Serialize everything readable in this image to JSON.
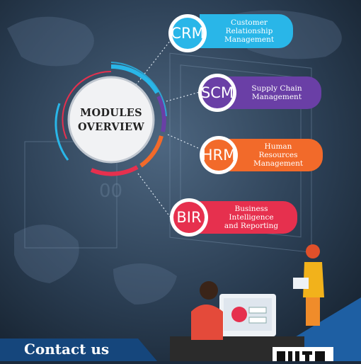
{
  "hub": {
    "line1": "MODULES",
    "line2": "OVERVIEW"
  },
  "modules": [
    {
      "abbr": "CRM",
      "lines": [
        "Customer",
        "Relationship",
        "Management"
      ],
      "color": "#29b6e8"
    },
    {
      "abbr": "SCM",
      "lines": [
        "Supply Chain",
        "Management"
      ],
      "color": "#6a3fa6"
    },
    {
      "abbr": "HRM",
      "lines": [
        "Human",
        "Resources",
        "Management"
      ],
      "color": "#f26a2a"
    },
    {
      "abbr": "BIR",
      "lines": [
        "Business",
        "Intelligence",
        "and Reporting"
      ],
      "color": "#e6304e"
    }
  ],
  "footer": {
    "contact": "Contact us"
  }
}
